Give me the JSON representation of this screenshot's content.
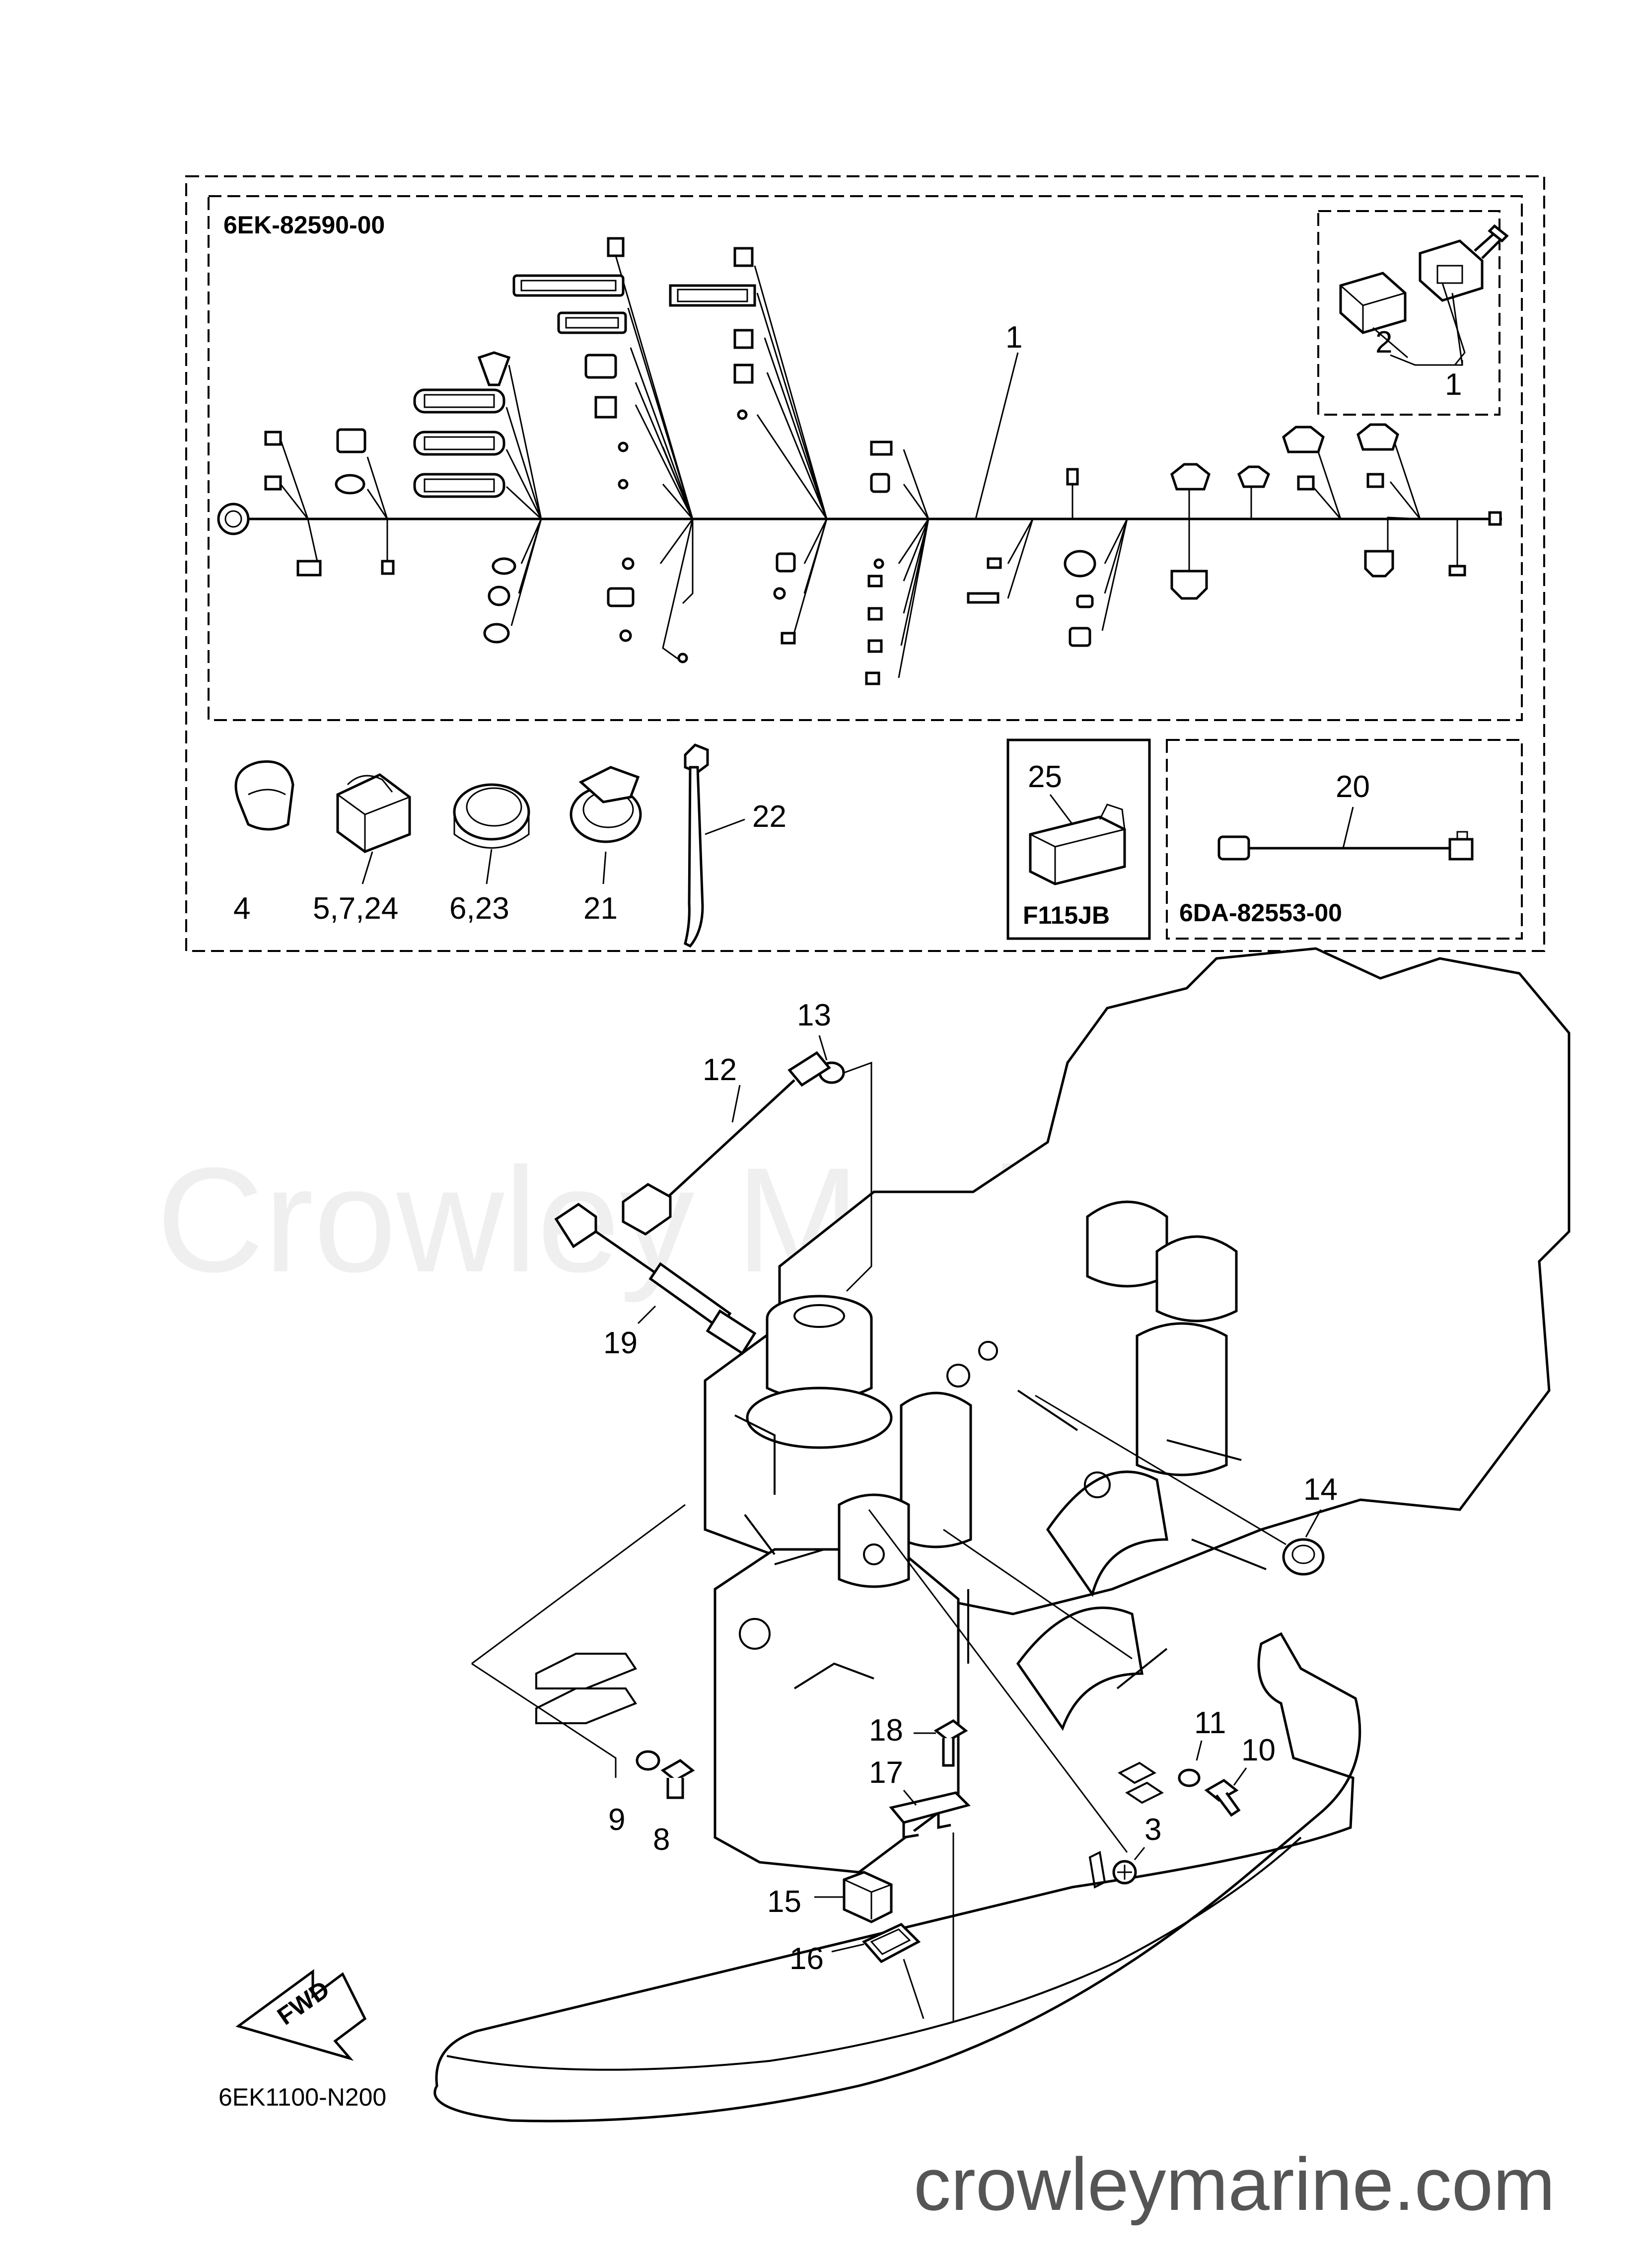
{
  "harness_box": {
    "code": "6EK-82590-00"
  },
  "subharness_box": {
    "code": "6DA-82553-00"
  },
  "model_box": {
    "code": "F115JB"
  },
  "diagram_code": "6EK1100-N200",
  "watermark": "Crowley Marine",
  "website": "crowleymarine.com",
  "fwd_label": "FWD",
  "callouts": {
    "c1": "1",
    "c1b": "1",
    "c2": "2",
    "c3": "3",
    "c4": "4",
    "c5_7_24": "5,7,24",
    "c6_23": "6,23",
    "c8": "8",
    "c9": "9",
    "c10": "10",
    "c11": "11",
    "c12": "12",
    "c13": "13",
    "c14": "14",
    "c15": "15",
    "c16": "16",
    "c17": "17",
    "c18": "18",
    "c19": "19",
    "c20": "20",
    "c21": "21",
    "c22": "22",
    "c25": "25"
  }
}
